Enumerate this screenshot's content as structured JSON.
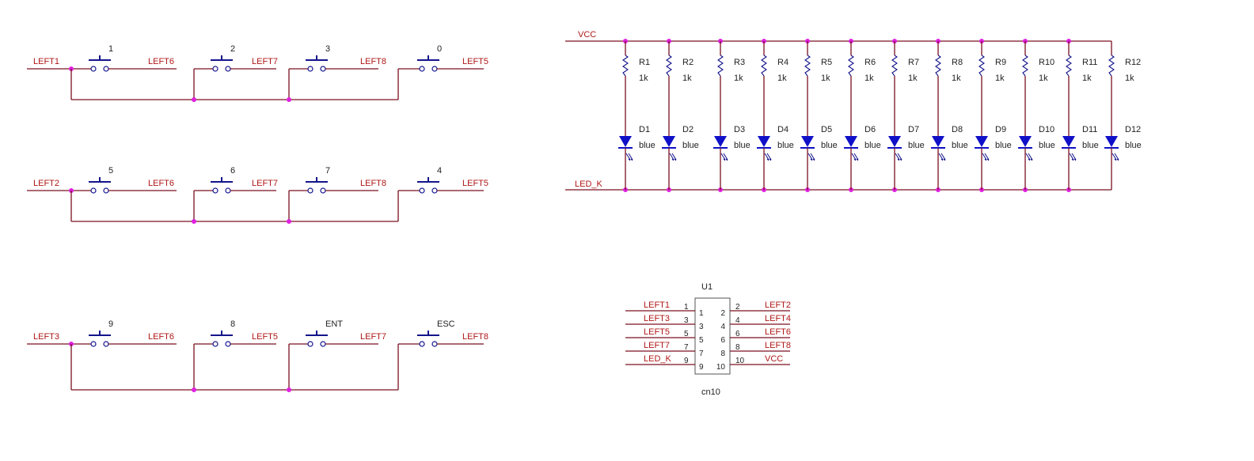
{
  "colors": {
    "wire": "#7a1020",
    "net_label": "#b01818",
    "part": "#14148c",
    "junction": "#e020e0",
    "text": "#222222",
    "led_fill": "#1010c8"
  },
  "key_rows": [
    {
      "input_net": "LEFT1",
      "keys": [
        {
          "name": "1",
          "net": "LEFT6"
        },
        {
          "name": "2",
          "net": "LEFT7"
        },
        {
          "name": "3",
          "net": "LEFT8"
        },
        {
          "name": "0",
          "net": "LEFT5"
        }
      ]
    },
    {
      "input_net": "LEFT2",
      "keys": [
        {
          "name": "5",
          "net": "LEFT6"
        },
        {
          "name": "6",
          "net": "LEFT7"
        },
        {
          "name": "7",
          "net": "LEFT8"
        },
        {
          "name": "4",
          "net": "LEFT5"
        }
      ]
    },
    {
      "input_net": "LEFT3",
      "keys": [
        {
          "name": "9",
          "net": "LEFT6"
        },
        {
          "name": "8",
          "net": "LEFT5"
        },
        {
          "name": "ENT",
          "net": "LEFT7"
        },
        {
          "name": "ESC",
          "net": "LEFT8"
        }
      ]
    }
  ],
  "led_array": {
    "top_net": "VCC",
    "bottom_net": "LED_K",
    "channels": [
      {
        "r": "R1",
        "rv": "1k",
        "d": "D1",
        "dv": "blue"
      },
      {
        "r": "R2",
        "rv": "1k",
        "d": "D2",
        "dv": "blue"
      },
      {
        "r": "R3",
        "rv": "1k",
        "d": "D3",
        "dv": "blue"
      },
      {
        "r": "R4",
        "rv": "1k",
        "d": "D4",
        "dv": "blue"
      },
      {
        "r": "R5",
        "rv": "1k",
        "d": "D5",
        "dv": "blue"
      },
      {
        "r": "R6",
        "rv": "1k",
        "d": "D6",
        "dv": "blue"
      },
      {
        "r": "R7",
        "rv": "1k",
        "d": "D7",
        "dv": "blue"
      },
      {
        "r": "R8",
        "rv": "1k",
        "d": "D8",
        "dv": "blue"
      },
      {
        "r": "R9",
        "rv": "1k",
        "d": "D9",
        "dv": "blue"
      },
      {
        "r": "R10",
        "rv": "1k",
        "d": "D10",
        "dv": "blue"
      },
      {
        "r": "R11",
        "rv": "1k",
        "d": "D11",
        "dv": "blue"
      },
      {
        "r": "R12",
        "rv": "1k",
        "d": "D12",
        "dv": "blue"
      }
    ]
  },
  "connector": {
    "ref": "U1",
    "value": "cn10",
    "left_pins": [
      {
        "net": "LEFT1",
        "pin": "1"
      },
      {
        "net": "LEFT3",
        "pin": "3"
      },
      {
        "net": "LEFT5",
        "pin": "5"
      },
      {
        "net": "LEFT7",
        "pin": "7"
      },
      {
        "net": "LED_K",
        "pin": "9"
      }
    ],
    "right_pins": [
      {
        "net": "LEFT2",
        "pin": "2"
      },
      {
        "net": "LEFT4",
        "pin": "4"
      },
      {
        "net": "LEFT6",
        "pin": "6"
      },
      {
        "net": "LEFT8",
        "pin": "8"
      },
      {
        "net": "VCC",
        "pin": "10"
      }
    ]
  }
}
